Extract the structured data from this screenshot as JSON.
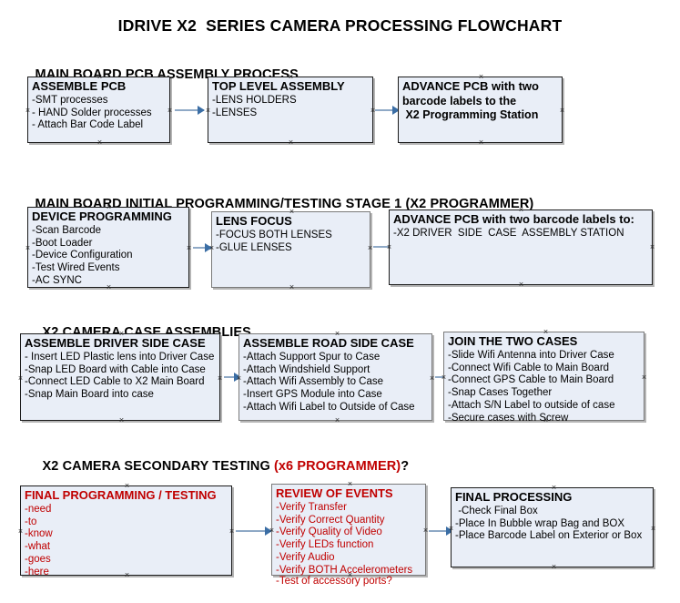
{
  "document": {
    "title": "IDRIVE X2  SERIES CAMERA PROCESSING FLOWCHART"
  },
  "colors": {
    "box_fill": "#e9eef7",
    "box_border": "#1a1a1a",
    "arrow_line": "#8fa9c6",
    "arrow_head": "#3b6ea5",
    "red_text": "#c00000",
    "black_text": "#000000",
    "page_background": "#ffffff"
  },
  "sections": [
    {
      "heading": "MAIN BOARD PCB ASSEMBLY PROCESS",
      "heading_red": "",
      "heading_tail": "",
      "nodes": [
        {
          "title": "ASSEMBLE PCB",
          "lines": [
            "-SMT processes",
            "- HAND Solder processes",
            "- Attach Bar Code Label"
          ]
        },
        {
          "title": "TOP LEVEL ASSEMBLY",
          "lines": [
            "-LENS HOLDERS",
            "-LENSES"
          ]
        },
        {
          "title": "ADVANCE PCB with two",
          "lines": [
            "barcode labels to the",
            " X2 Programming Station"
          ]
        }
      ]
    },
    {
      "heading": "MAIN BOARD INITIAL PROGRAMMING/TESTING STAGE 1 (X2 PROGRAMMER)",
      "heading_red": "",
      "heading_tail": "",
      "nodes": [
        {
          "title": "DEVICE PROGRAMMING",
          "lines": [
            "-Scan Barcode",
            "-Boot Loader",
            "-Device Configuration",
            "-Test Wired Events",
            "-AC SYNC"
          ]
        },
        {
          "title": "LENS FOCUS",
          "lines": [
            "-FOCUS BOTH LENSES",
            "-GLUE LENSES"
          ]
        },
        {
          "title": "ADVANCE PCB with two barcode labels to:",
          "lines": [
            "-X2 DRIVER  SIDE  CASE  ASSEMBLY STATION"
          ]
        }
      ]
    },
    {
      "heading": "X2 CAMERA CASE ASSEMBLIES",
      "heading_red": "",
      "heading_tail": "",
      "nodes": [
        {
          "title": "ASSEMBLE DRIVER SIDE CASE",
          "lines": [
            "- Insert LED Plastic lens into Driver Case",
            "-Snap LED Board with Cable into Case",
            "-Connect LED Cable to X2 Main Board",
            "-Snap Main Board into case"
          ]
        },
        {
          "title": "ASSEMBLE ROAD SIDE CASE",
          "lines": [
            "-Attach Support Spur to Case",
            "-Attach Windshield Support",
            "-Attach Wifi Assembly to Case",
            "-Insert GPS Module into Case",
            "-Attach Wifi Label to Outside of Case"
          ]
        },
        {
          "title": "JOIN THE TWO CASES",
          "lines": [
            "-Slide Wifi Antenna into Driver Case",
            "-Connect Wifi Cable to Main Board",
            "-Connect GPS Cable to Main Board",
            "-Snap Cases Together",
            "-Attach S/N Label to outside of case",
            "-Secure cases with Screw"
          ]
        }
      ]
    },
    {
      "heading": "X2 CAMERA SECONDARY TESTING ",
      "heading_red": "(x6 PROGRAMMER)",
      "heading_tail": "?",
      "nodes": [
        {
          "title": "FINAL PROGRAMMING / TESTING",
          "lines": [
            "-need",
            "-to",
            "-know",
            "-what",
            "-goes",
            "-here"
          ]
        },
        {
          "title": "REVIEW OF EVENTS",
          "lines": [
            "-Verify Transfer",
            "-Verify Correct Quantity",
            "-Verify Quality of Video",
            "-Verify LEDs function",
            "-Verify Audio",
            "-Verify BOTH Accelerometers"
          ],
          "overflow_line": "-Test of accessory ports?"
        },
        {
          "title": "FINAL PROCESSING",
          "lines": [
            " -Check Final Box",
            "-Place In Bubble wrap Bag and BOX",
            "-Place Barcode Label on Exterior or Box"
          ]
        }
      ]
    }
  ]
}
